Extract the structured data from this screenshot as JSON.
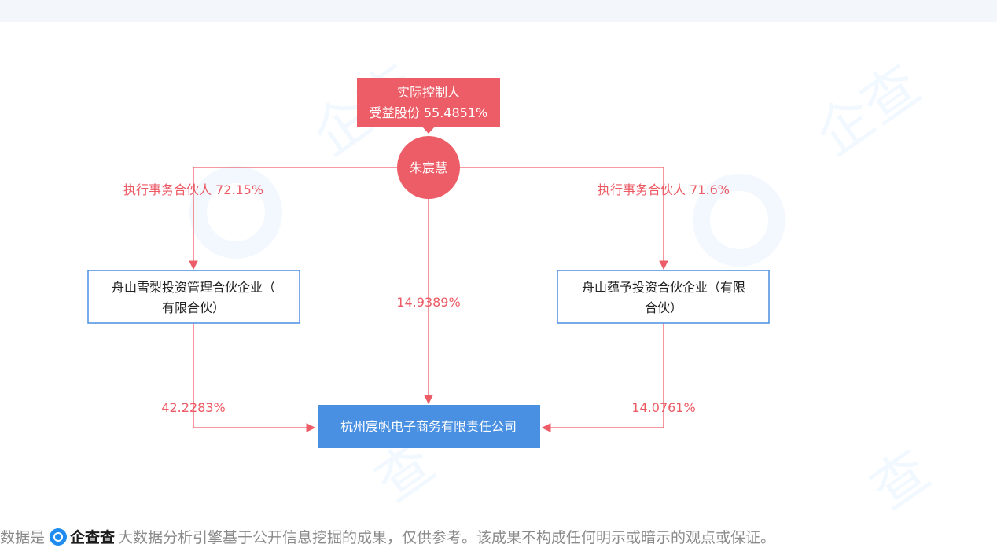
{
  "controller": {
    "header_title": "实际控制人",
    "header_share": "受益股份 55.4851%",
    "name": "朱宸慧"
  },
  "partners": [
    {
      "name_line1": "舟山雪梨投资管理合伙企业（",
      "name_line2": "有限合伙）",
      "role_label": "执行事务合伙人 72.15%"
    },
    {
      "name_line1": "舟山蕴予投资合伙企业（有限",
      "name_line2": "合伙）",
      "role_label": "执行事务合伙人 71.6%"
    }
  ],
  "edges": {
    "direct_share": "14.9389%",
    "left_share": "42.2283%",
    "right_share": "14.0761%"
  },
  "target": {
    "name": "杭州宸帆电子商务有限责任公司"
  },
  "footer": {
    "prefix": "数据是",
    "brand": "企查查",
    "text": "大数据分析引擎基于公开信息挖掘的成果，仅供参考。该成果不构成任何明示或暗示的观点或保证。"
  },
  "colors": {
    "edge": "#ed5d67",
    "person": "#ed5d67",
    "box_border": "#4a8ee0",
    "target_fill": "#4a90e2",
    "label": "#ec5a64"
  }
}
